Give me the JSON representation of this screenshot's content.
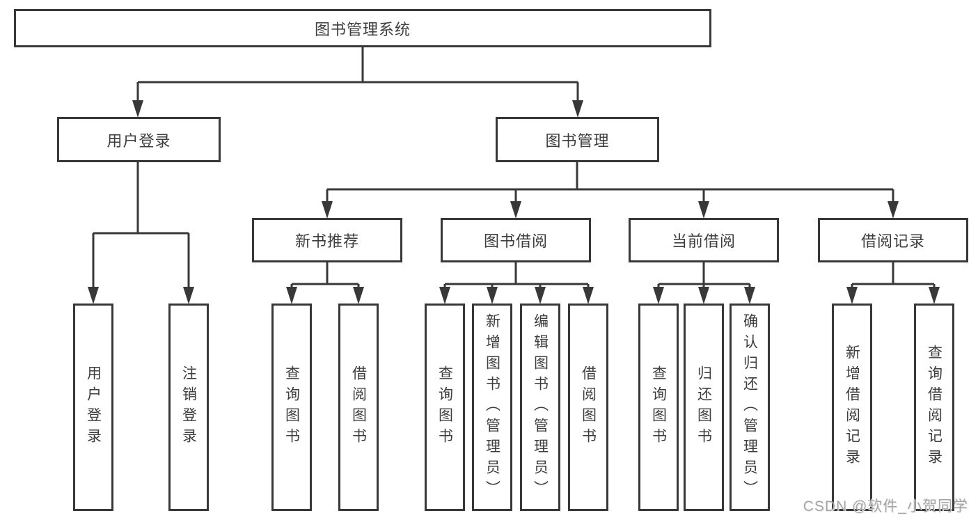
{
  "tree": {
    "root": {
      "label": "图书管理系统"
    },
    "branches": [
      {
        "label": "用户登录",
        "children": [
          {
            "label": "用户登录"
          },
          {
            "label": "注销登录"
          }
        ]
      },
      {
        "label": "图书管理",
        "children": [
          {
            "label": "新书推荐",
            "children": [
              {
                "label": "查询图书"
              },
              {
                "label": "借阅图书"
              }
            ]
          },
          {
            "label": "图书借阅",
            "children": [
              {
                "label": "查询图书"
              },
              {
                "label": "新增图书（管理员）"
              },
              {
                "label": "编辑图书（管理员）"
              },
              {
                "label": "借阅图书"
              }
            ]
          },
          {
            "label": "当前借阅",
            "children": [
              {
                "label": "查询图书"
              },
              {
                "label": "归还图书"
              },
              {
                "label": "确认归还（管理员）"
              }
            ]
          },
          {
            "label": "借阅记录",
            "children": [
              {
                "label": "新增借阅记录"
              },
              {
                "label": "查询借阅记录"
              }
            ]
          }
        ]
      }
    ]
  },
  "watermark": "CSDN @软件_小贺同学",
  "colors": {
    "line": "#383838",
    "text": "#3d3d3d",
    "box_background": "#ffffff",
    "page_background": "#ffffff",
    "watermark": "#a6a6a6"
  }
}
